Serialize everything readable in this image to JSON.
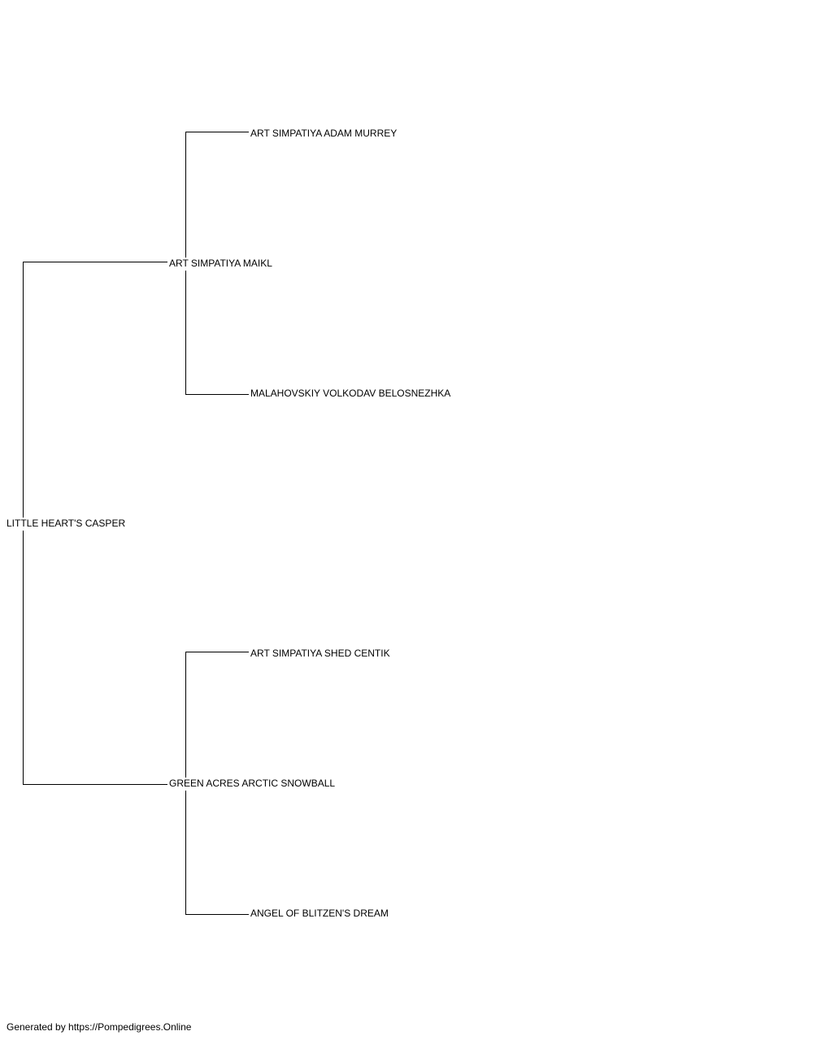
{
  "pedigree": {
    "subject": "LITTLE HEART'S CASPER",
    "sire": "ART SIMPATIYA MAIKL",
    "sire_sire": "ART SIMPATIYA ADAM MURREY",
    "sire_dam": "MALAHOVSKIY VOLKODAV BELOSNEZHKA",
    "dam": "GREEN ACRES ARCTIC SNOWBALL",
    "dam_sire": "ART SIMPATIYA SHED CENTIK",
    "dam_dam": "ANGEL OF BLITZEN'S DREAM"
  },
  "footer": {
    "text": "Generated by https://Pompedigrees.Online"
  },
  "colors": {
    "line": "#000000",
    "text": "#000000",
    "background": "#ffffff"
  }
}
